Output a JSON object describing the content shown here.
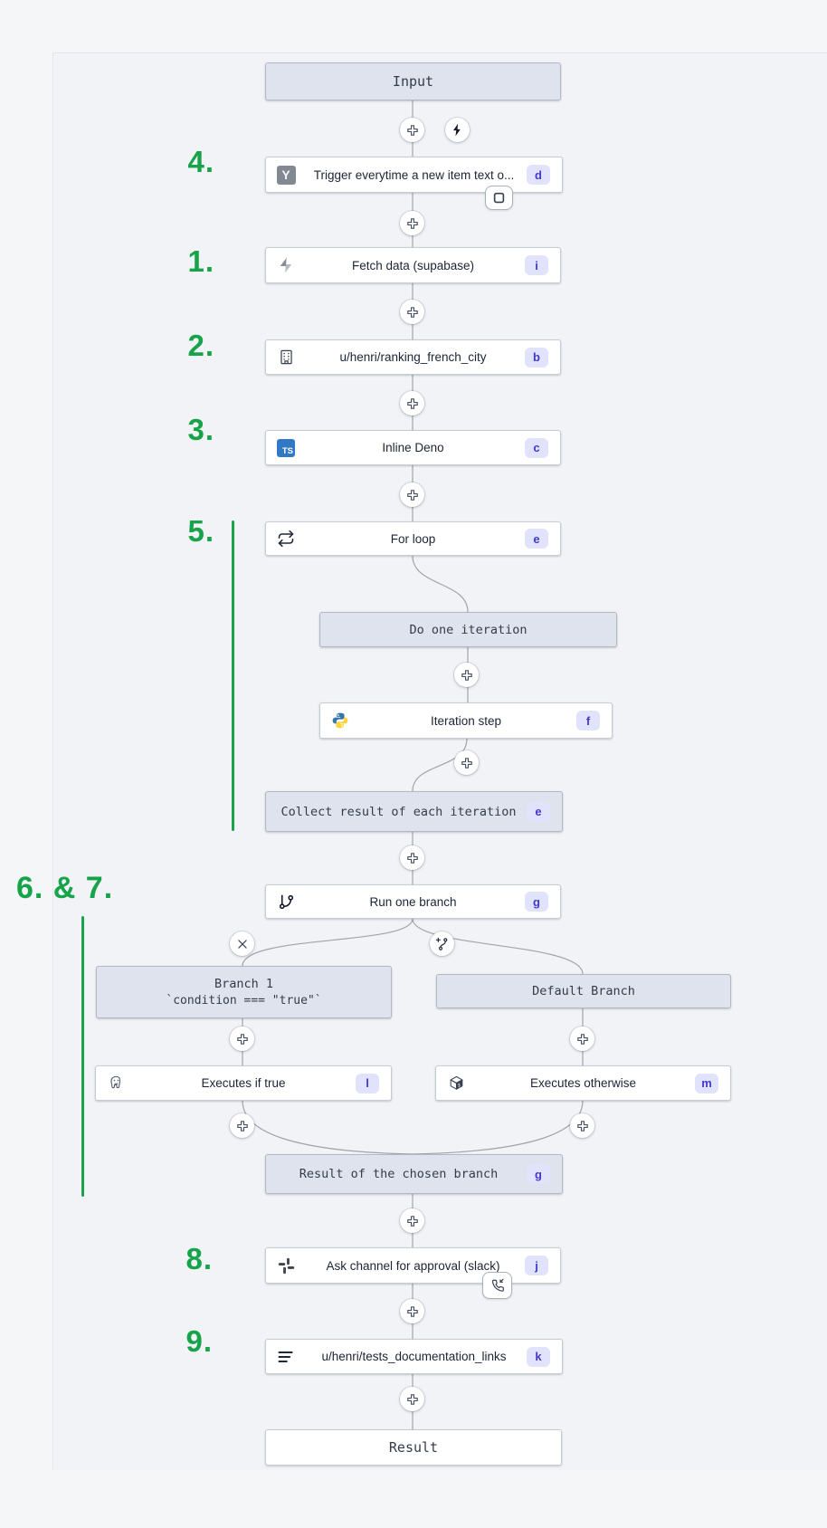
{
  "colors": {
    "annotation_green": "#16a34a",
    "badge_bg": "#e1e3fd",
    "badge_text": "#4338ca",
    "virtual_node_bg": "#dfe3ed",
    "node_bg": "#ffffff",
    "edge": "#a0a4ab",
    "canvas_bg": "#f1f3f6"
  },
  "annotations": {
    "step1": "1.",
    "step2": "2.",
    "step3": "3.",
    "step4": "4.",
    "step5": "5.",
    "step6_7": "6. & 7.",
    "step8": "8.",
    "step9": "9."
  },
  "icons": {
    "typescript_text": "TS",
    "hackernews_text": "Y"
  },
  "nodes": {
    "input": {
      "label": "Input"
    },
    "trigger": {
      "label": "Trigger everytime a new item text o...",
      "badge": "d",
      "icon": "hackernews-y-icon"
    },
    "fetch": {
      "label": "Fetch data (supabase)",
      "badge": "i",
      "icon": "supabase-bolt-icon"
    },
    "ranking": {
      "label": "u/henri/ranking_french_city",
      "badge": "b",
      "icon": "building-icon"
    },
    "deno": {
      "label": "Inline Deno",
      "badge": "c",
      "icon": "typescript-icon"
    },
    "forloop": {
      "label": "For loop",
      "badge": "e",
      "icon": "repeat-loop-icon"
    },
    "do_iteration": {
      "label": "Do one iteration"
    },
    "iteration_step": {
      "label": "Iteration step",
      "badge": "f",
      "icon": "python-icon"
    },
    "collect": {
      "label": "Collect result of each iteration",
      "badge": "e"
    },
    "run_one_branch": {
      "label": "Run one branch",
      "badge": "g",
      "icon": "git-branch-icon"
    },
    "branch1": {
      "title": "Branch 1",
      "condition": "`condition === \"true\"`"
    },
    "default_branch": {
      "label": "Default Branch"
    },
    "exec_true": {
      "label": "Executes if true",
      "badge": "l",
      "icon": "postgresql-icon"
    },
    "exec_otherwise": {
      "label": "Executes otherwise",
      "badge": "m",
      "icon": "cube-shell-icon"
    },
    "result_branch": {
      "label": "Result of the chosen branch",
      "badge": "g"
    },
    "ask_approval": {
      "label": "Ask channel for approval (slack)",
      "badge": "j",
      "icon": "slack-icon"
    },
    "tests_doc": {
      "label": "u/henri/tests_documentation_links",
      "badge": "k",
      "icon": "list-lines-icon"
    },
    "result": {
      "label": "Result"
    }
  }
}
